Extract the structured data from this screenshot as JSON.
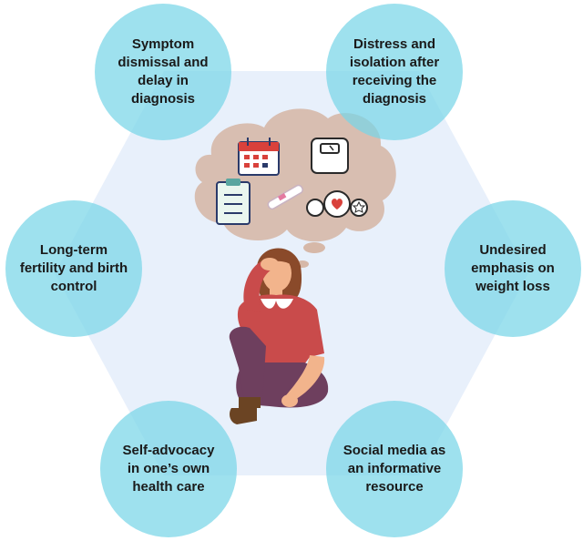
{
  "colors": {
    "hexagon": "#e8f0fb",
    "circle": "#78d6e8",
    "cloud": "#d6b8a8",
    "shirt": "#c94b4b",
    "pants": "#6e3f5e",
    "skin": "#f2b48c",
    "hair": "#8a4a2a"
  },
  "themes": [
    {
      "label": "Symptom\ndismissal and\ndelay in diagnosis"
    },
    {
      "label": "Distress and\nisolation after\nreceiving the\ndiagnosis"
    },
    {
      "label": "Long-term\nfertility and birth\ncontrol"
    },
    {
      "label": "Undesired\nemphasis on\nweight loss"
    },
    {
      "label": "Self-advocacy\nin one’s own\nhealth care"
    },
    {
      "label": "Social media as\nan informative\nresource"
    }
  ],
  "icons": [
    "calendar-icon",
    "scale-icon",
    "clipboard-icon",
    "pregnancy-test-icon",
    "social-reactions-icon"
  ]
}
